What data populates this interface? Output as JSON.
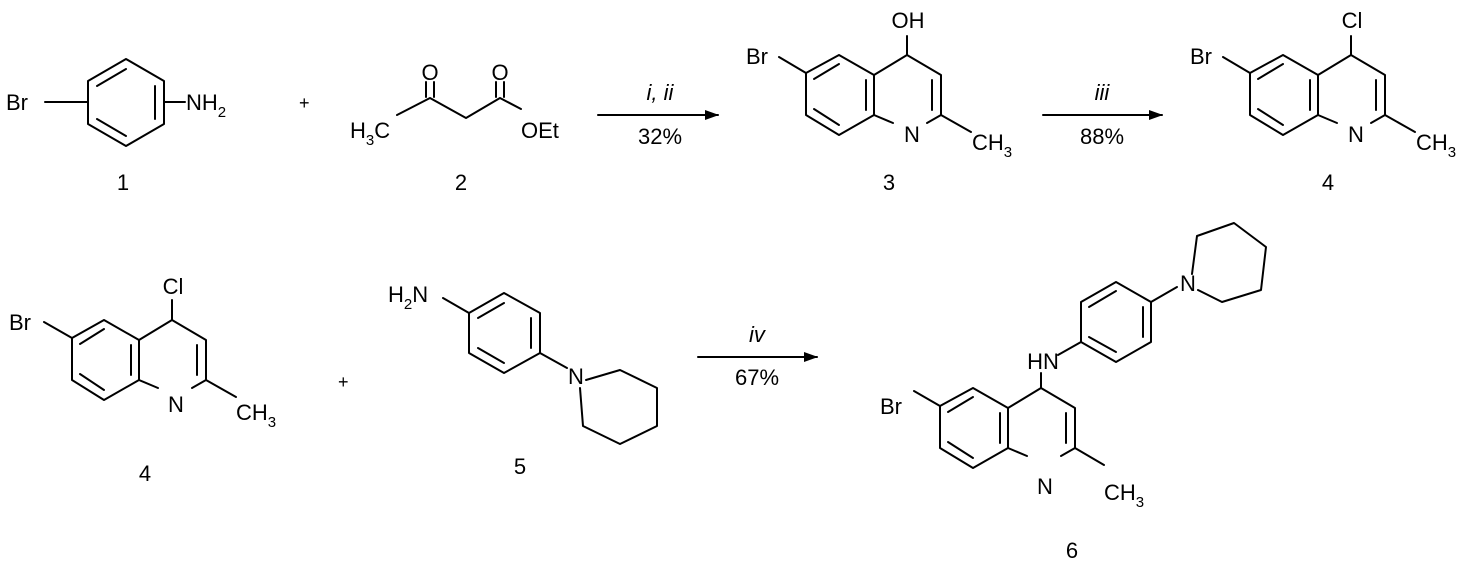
{
  "compounds": {
    "c1": {
      "number": "1",
      "label_br": "Br",
      "label_nh": "NH",
      "sub_2": "2"
    },
    "c2": {
      "number": "2",
      "label_o_ketone": "O",
      "label_o_ester": "O",
      "label_h3c_h": "H",
      "label_h3c_3": "3",
      "label_h3c_c": "C",
      "label_oet": "OEt"
    },
    "c3": {
      "number": "3",
      "label_oh": "OH",
      "label_br": "Br",
      "label_n": "N",
      "label_ch": "CH",
      "sub_3": "3"
    },
    "c4": {
      "number": "4",
      "label_cl": "Cl",
      "label_br": "Br",
      "label_n": "N",
      "label_ch": "CH",
      "sub_3": "3"
    },
    "c4b": {
      "number": "4",
      "label_cl": "Cl",
      "label_br": "Br",
      "label_n": "N",
      "label_ch": "CH",
      "sub_3": "3"
    },
    "c5": {
      "number": "5",
      "label_h": "H",
      "sub_2": "2",
      "label_n_amine": "N",
      "label_n_pip": "N"
    },
    "c6": {
      "number": "6",
      "label_hn": "HN",
      "label_n_pip": "N",
      "label_br": "Br",
      "label_n": "N",
      "label_ch": "CH",
      "sub_3": "3"
    }
  },
  "plus_signs": [
    "+",
    "+"
  ],
  "arrows": [
    {
      "reagents": "i, ii",
      "yield": "32%"
    },
    {
      "reagents": "iii",
      "yield": "88%"
    },
    {
      "reagents": "iv",
      "yield": "67%"
    }
  ]
}
